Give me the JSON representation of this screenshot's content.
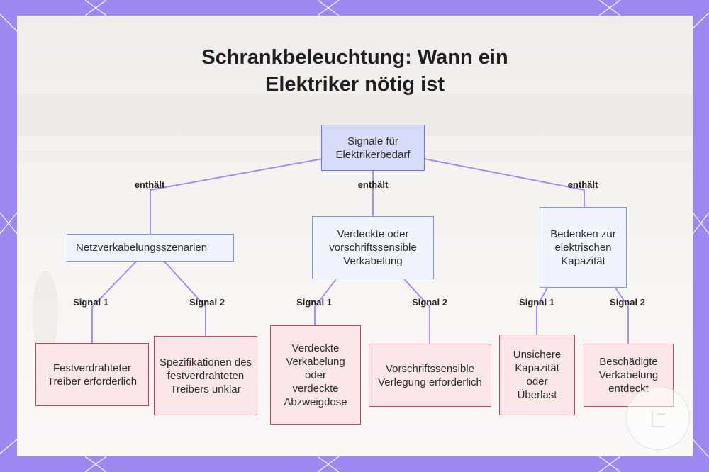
{
  "title": {
    "line1": "Schrankbeleuchtung: Wann ein",
    "line2": "Elektriker nötig ist"
  },
  "nodes": {
    "root": "Signale für Elektrikerbedarf",
    "mid1": "Netzverkabelungsszenarien",
    "mid2": "Verdeckte oder vorschriftssensible Verkabelung",
    "mid3": "Bedenken zur elektrischen Kapazität",
    "leaf1": "Festverdrahteter Treiber erforderlich",
    "leaf2": "Spezifikationen des festverdrahteten Treibers unklar",
    "leaf3": "Verdeckte Verkabelung oder verdeckte Abzweigdose",
    "leaf4": "Vorschriftssensible Verlegung erforderlich",
    "leaf5": "Unsichere Kapazität oder Überlast",
    "leaf6": "Beschädigte Verkabelung entdeckt"
  },
  "edge_labels": {
    "contains1": "enthält",
    "contains2": "enthält",
    "contains3": "enthält",
    "sig1a": "Signal 1",
    "sig1b": "Signal 2",
    "sig2a": "Signal 1",
    "sig2b": "Signal 2",
    "sig3a": "Signal 1",
    "sig3b": "Signal 2"
  },
  "colors": {
    "frame": "#9d87f0",
    "root_fill": "#d8dcfb",
    "root_border": "#6e72d8",
    "mid_fill": "#f1f4fc",
    "mid_border": "#7e95d6",
    "leaf_fill": "#fbe6ea",
    "leaf_border": "#c5424f",
    "edge": "#9d87f0"
  }
}
